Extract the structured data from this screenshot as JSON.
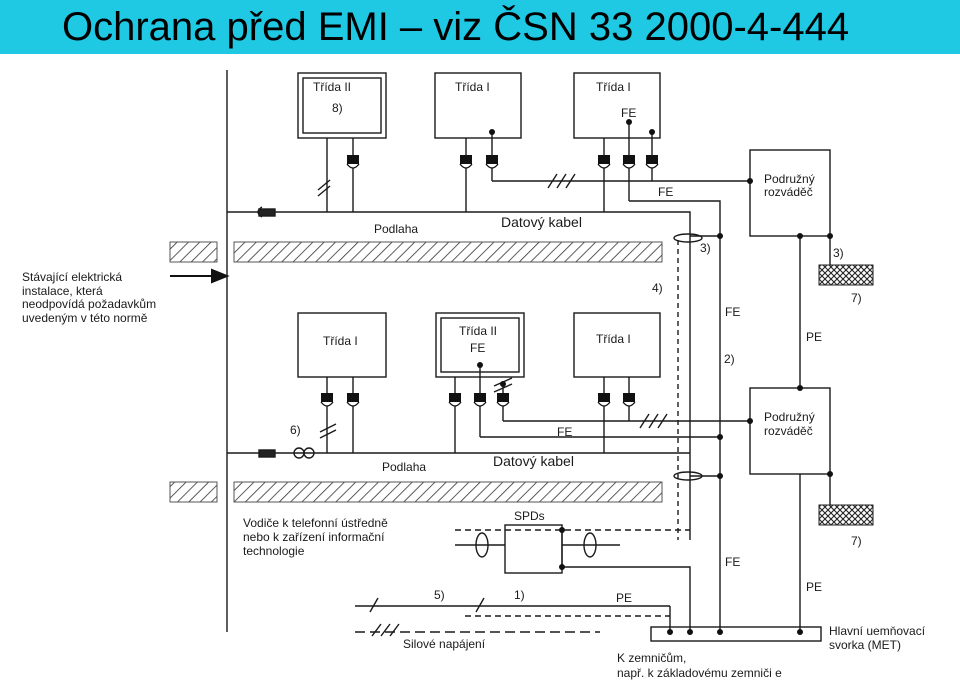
{
  "title": "Ochrana před EMI – viz ČSN 33 2000-4-444",
  "labels": {
    "trida_ii": "Třída II",
    "trida_i": "Třída I",
    "fe": "FE",
    "pe": "PE",
    "n8": "8)",
    "n3": "3)",
    "n4": "4)",
    "n2": "2)",
    "n7": "7)",
    "n6": "6)",
    "n5": "5)",
    "n1": "1)",
    "podlaha": "Podlaha",
    "datovy_kabel": "Datový kabel",
    "podruzny_1": "Podružný",
    "podruzny_2": "rozváděč",
    "stavajici_1": "Stávající elektrická",
    "stavajici_2": "instalace, která",
    "stavajici_3": "neodpovídá požadavkům",
    "stavajici_4": "uvedeným v této normě",
    "vodice_1": "Vodiče k telefonní ústředně",
    "vodice_2": "nebo k zařízení informační",
    "vodice_3": "technologie",
    "spds": "SPDs",
    "silove": "Silové napájení",
    "hlavni_1": "Hlavní uemňovací",
    "hlavni_2": "svorka (MET)",
    "zemnic_1": "K zemničům,",
    "zemnic_2": "např. k základovému zemniči e"
  },
  "colors": {
    "title_bar": "#1fc8e3",
    "line": "#1a1a1a",
    "hatch_box": "#444444"
  }
}
